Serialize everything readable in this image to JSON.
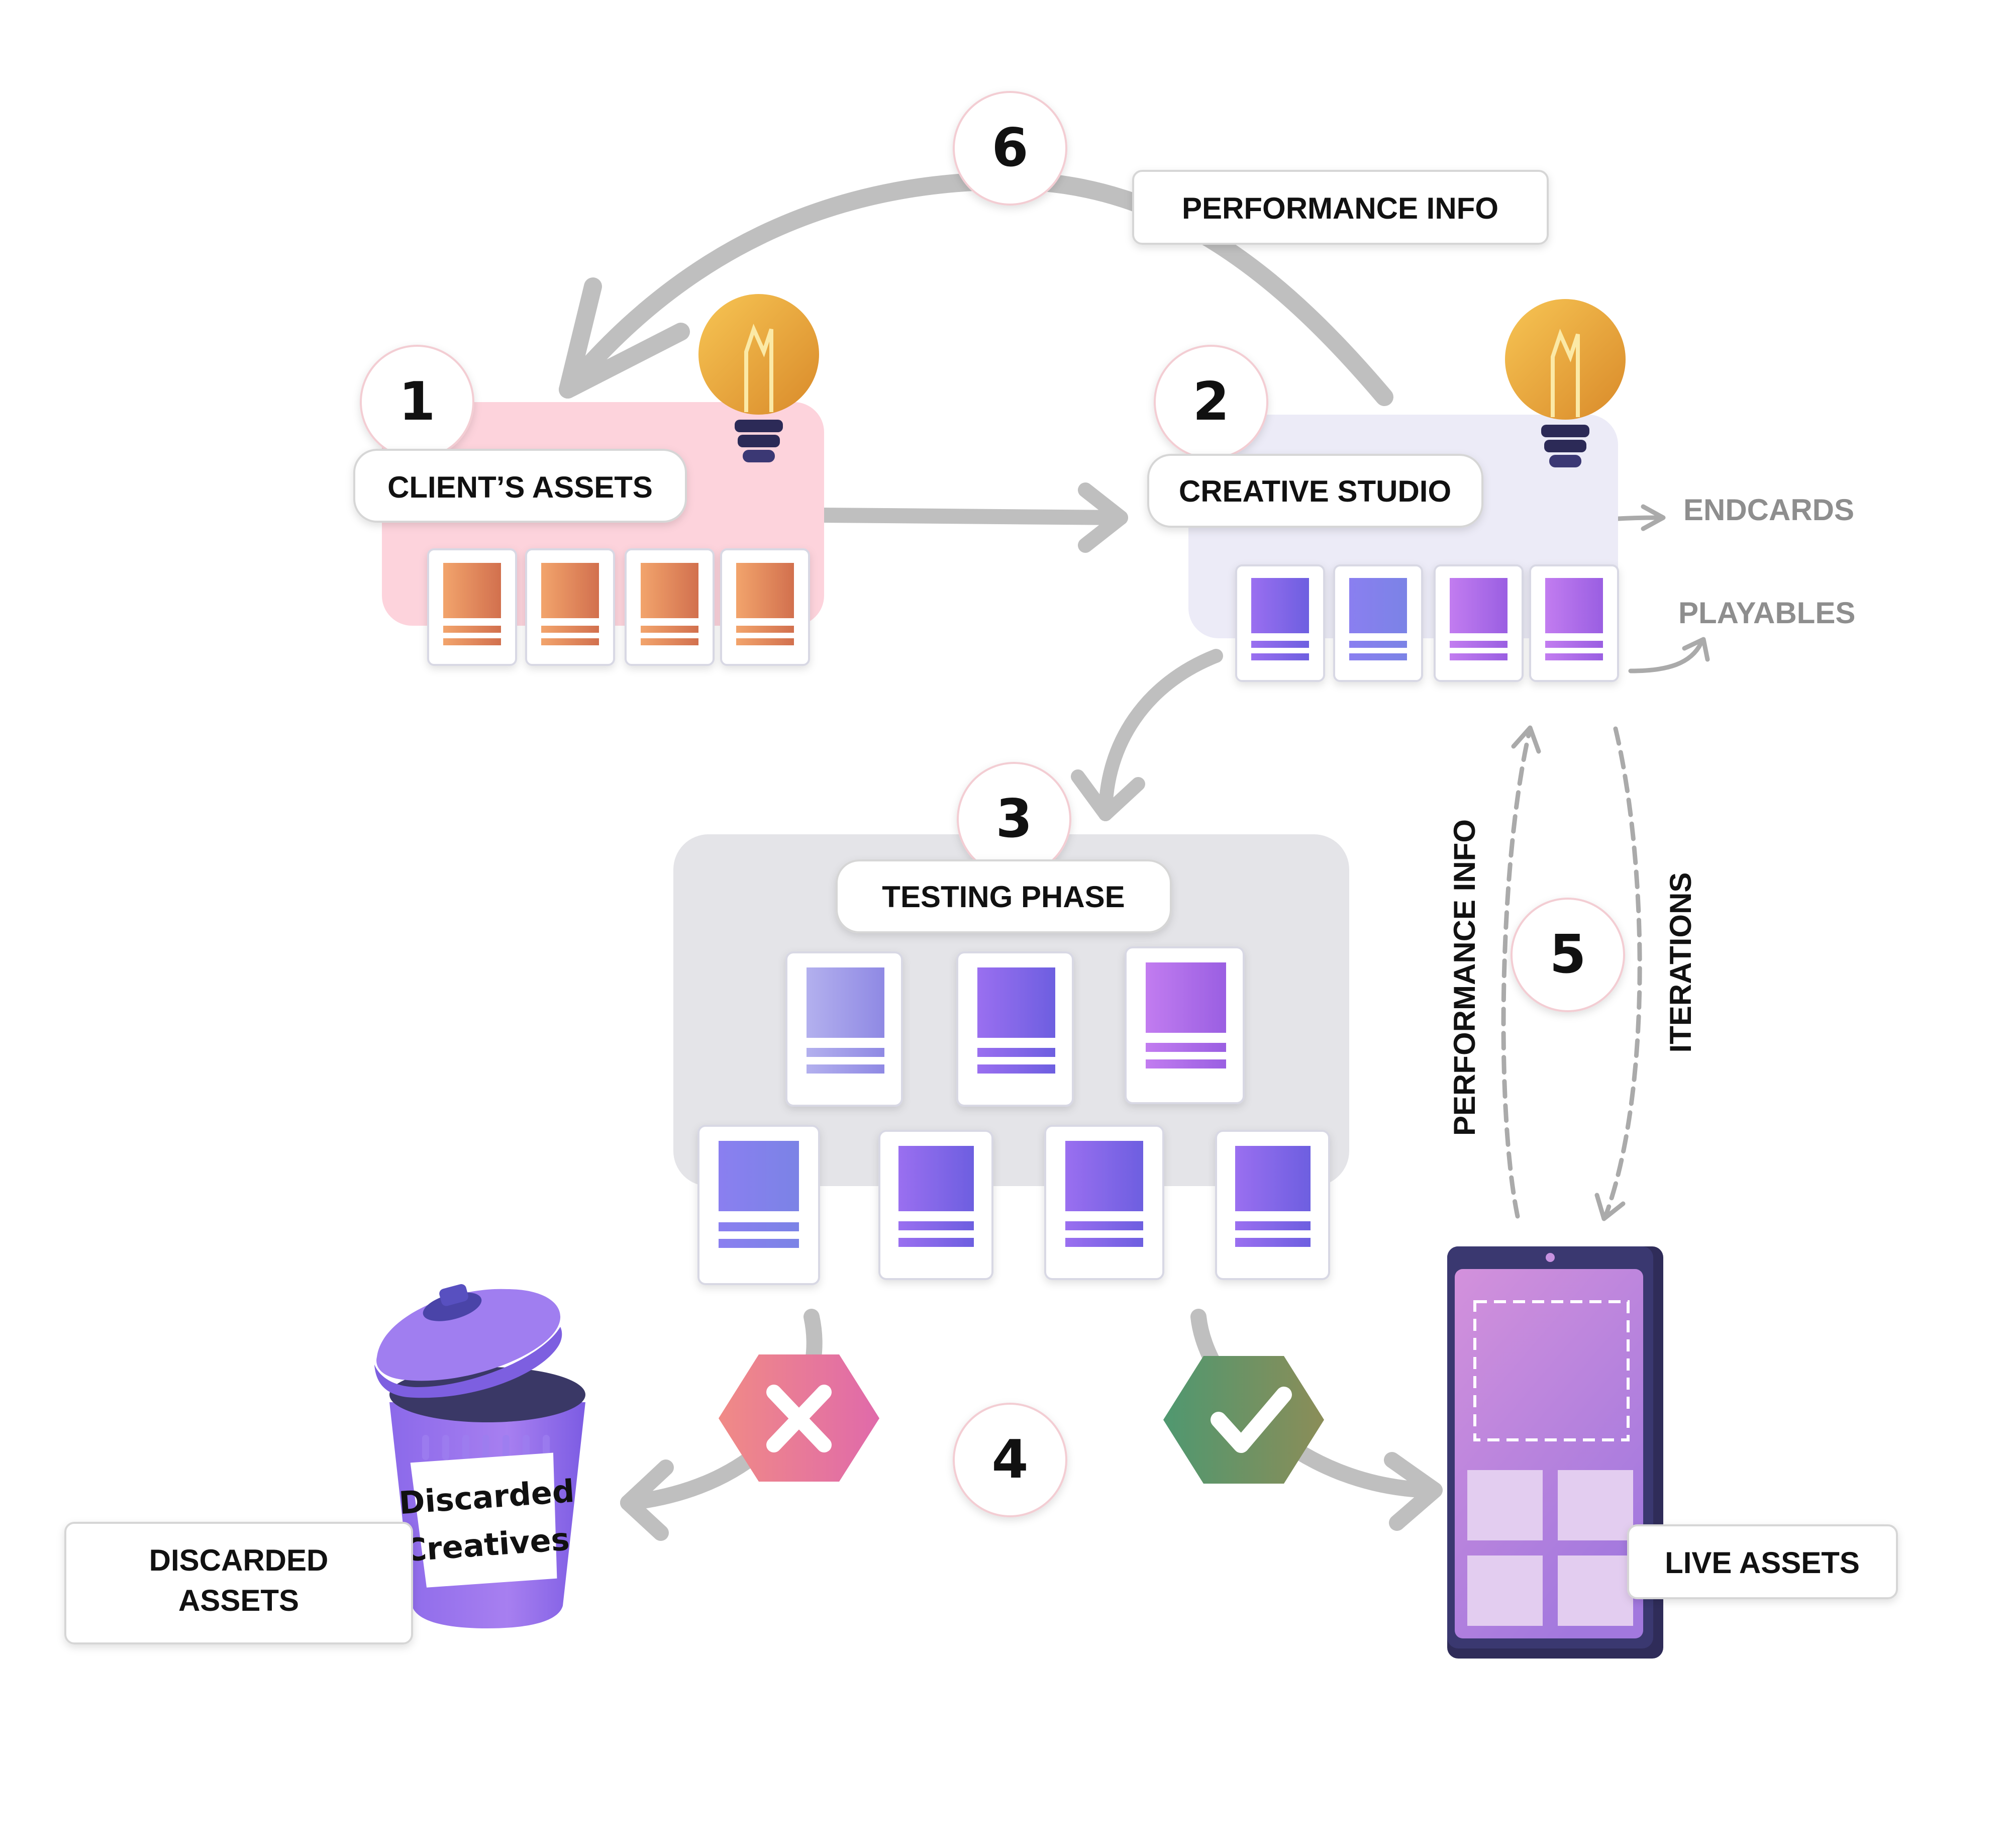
{
  "steps": {
    "s1": {
      "number": "1",
      "label": "CLIENT’S ASSETS"
    },
    "s2": {
      "number": "2",
      "label": "CREATIVE STUDIO"
    },
    "s3": {
      "number": "3",
      "label": "TESTING PHASE"
    },
    "s4": {
      "number": "4"
    },
    "s5": {
      "number": "5",
      "up_label": "PERFORMANCE INFO",
      "down_label": "ITERATIONS"
    },
    "s6": {
      "number": "6",
      "label": "PERFORMANCE INFO"
    }
  },
  "outputs": {
    "endcards": "ENDCARDS",
    "playables": "PLAYABLES"
  },
  "results": {
    "discarded": [
      "DISCARDED",
      "ASSETS"
    ],
    "live": "LIVE ASSETS"
  },
  "trash": {
    "line1": "Discarded",
    "line2": "Creatives"
  },
  "icons": {
    "reject": "x-icon",
    "approve": "check-icon",
    "idea": "lightbulb-icon"
  },
  "colors": {
    "client_panel": "#fdd3dc",
    "studio_panel": "#ecebf7",
    "testing_panel": "#e4e4e8",
    "arrow": "#bfbfbf",
    "tablet_screen": "#c792e0"
  }
}
